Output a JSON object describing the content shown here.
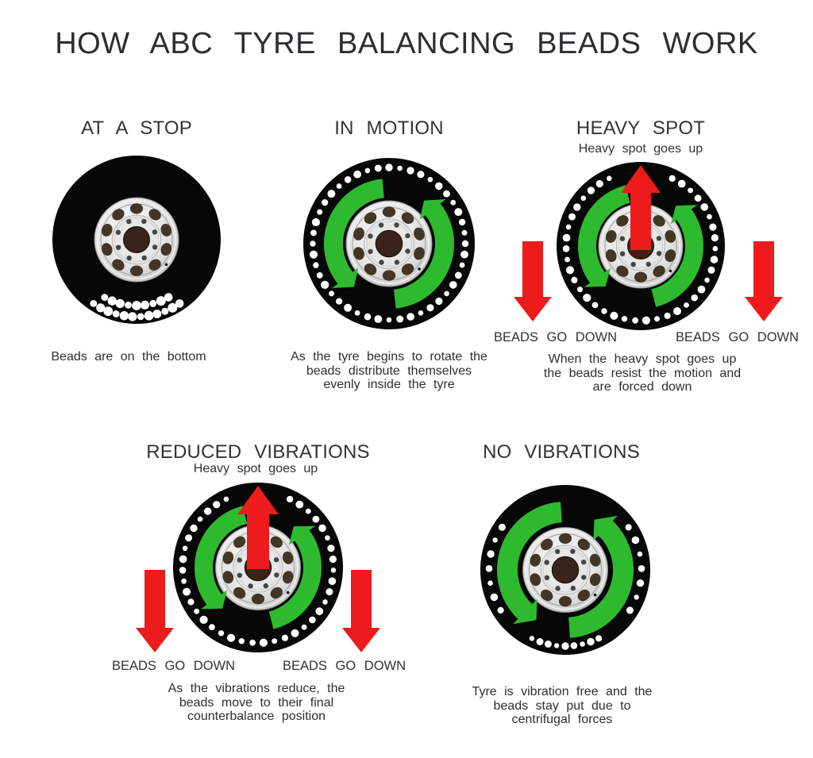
{
  "title": "HOW ABC TYRE BALANCING BEADS WORK",
  "colors": {
    "green": "#2eba2e",
    "red": "#ee1b1c",
    "tyre": "#070707",
    "beads": "#ffffff",
    "text": "#333333",
    "rim_silver": "#d8d8d8"
  },
  "panels": {
    "at_a_stop": {
      "title": "AT A STOP",
      "caption": "Beads are on the bottom"
    },
    "in_motion": {
      "title": "IN MOTION",
      "caption_lines": [
        "As the tyre begins to rotate the",
        "beads distribute themselves",
        "evenly inside the tyre"
      ]
    },
    "heavy_spot": {
      "title": "HEAVY SPOT",
      "subtitle": "Heavy spot goes up",
      "left_label": "BEADS GO DOWN",
      "right_label": "BEADS GO DOWN",
      "caption_lines": [
        "When the heavy spot goes up",
        "the beads resist the motion and",
        "are forced down"
      ]
    },
    "reduced_vibrations": {
      "title": "REDUCED VIBRATIONS",
      "subtitle": "Heavy spot goes up",
      "left_label": "BEADS GO DOWN",
      "right_label": "BEADS GO DOWN",
      "caption_lines": [
        "As the vibrations reduce, the",
        "beads move to their final",
        "counterbalance position"
      ]
    },
    "no_vibrations": {
      "title": "NO VIBRATIONS",
      "caption_lines": [
        "Tyre is vibration free and the",
        "beads stay put due to",
        "centrifugal forces"
      ]
    }
  }
}
